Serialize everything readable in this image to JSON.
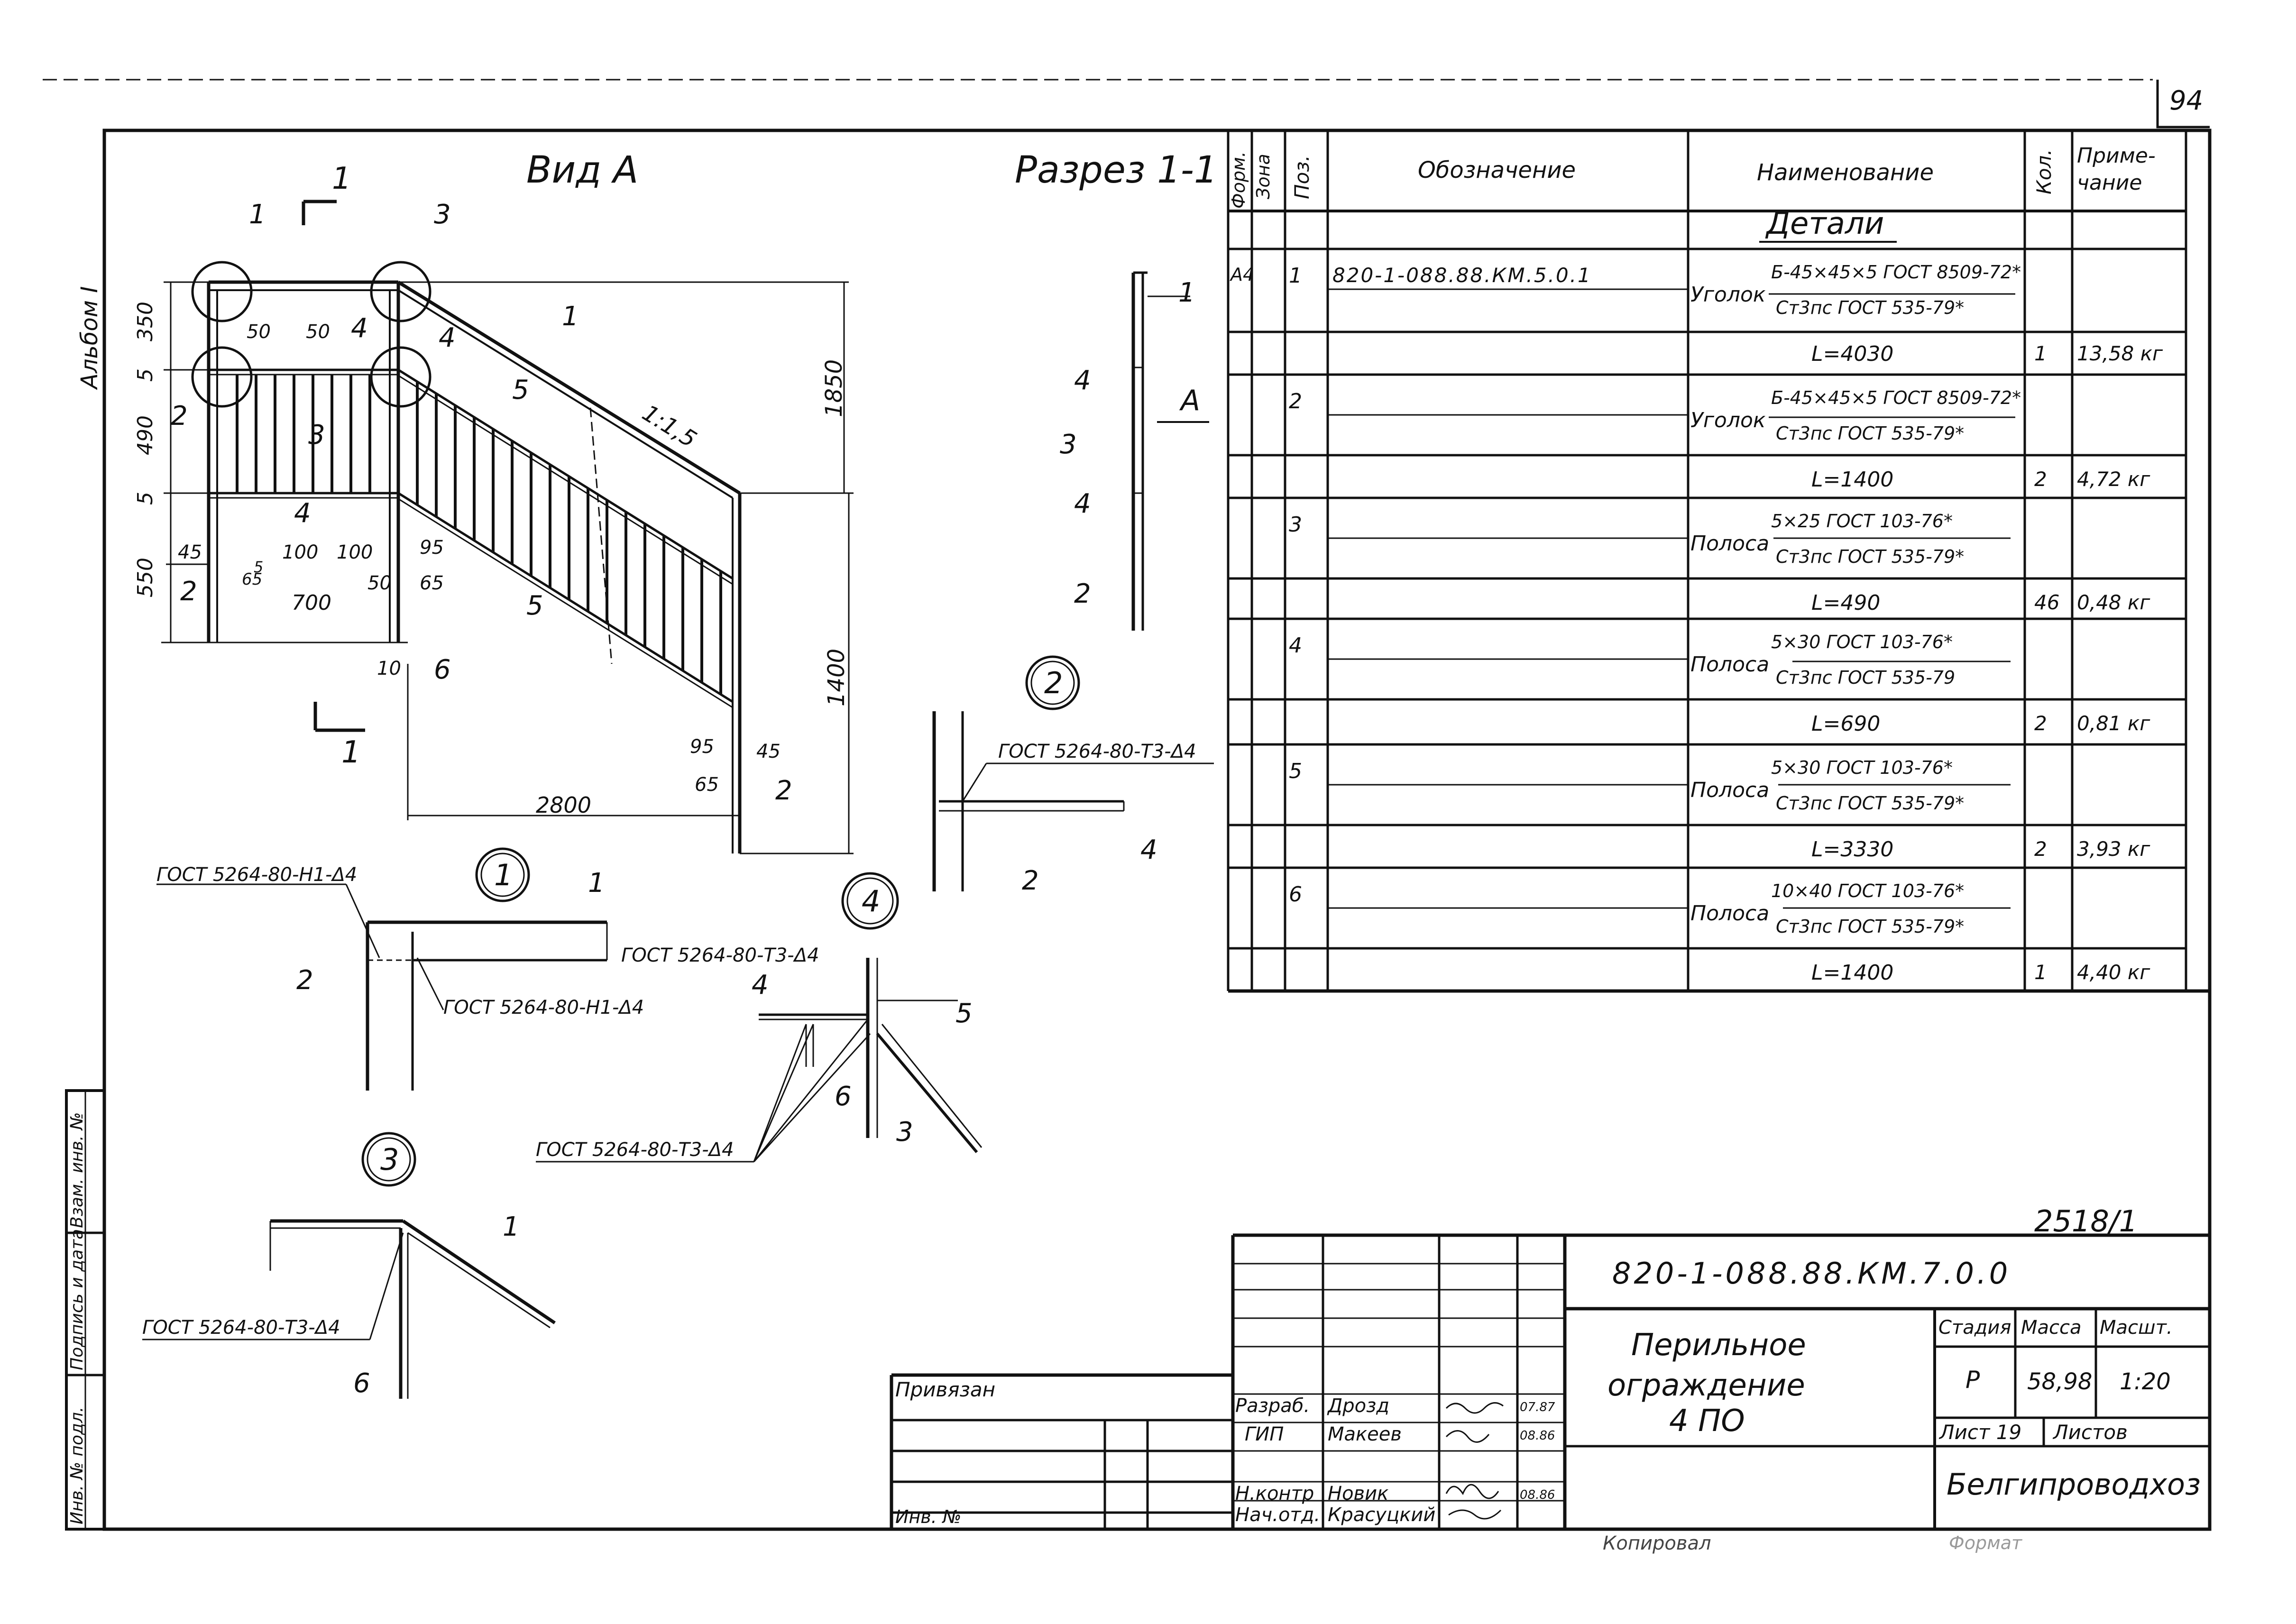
{
  "sheet": {
    "page_number": "94",
    "album_label": "Альбом I",
    "archive_number": "2518/1",
    "copied_label": "Копировал",
    "format_label": "Формат"
  },
  "views": {
    "view_a_title": "Вид А",
    "section_title": "Разрез 1-1",
    "section_mark": "1",
    "view_arrow_label": "А",
    "slope": "1:1,5"
  },
  "dims": {
    "d350": "350",
    "d5a": "5",
    "d490": "490",
    "d5b": "5",
    "d550": "550",
    "d1850": "1850",
    "d1400": "1400",
    "d2800": "2800",
    "d700": "700",
    "d50a": "50",
    "d50b": "50",
    "d50c": "50",
    "d45a": "45",
    "d45b": "45",
    "d100a": "100",
    "d100b": "100",
    "d95a": "95",
    "d95b": "95",
    "d65a": "65",
    "d65b": "65",
    "d65c": "65",
    "d5s": "5",
    "d10": "10"
  },
  "positions": {
    "p1": "1",
    "p2": "2",
    "p3": "3",
    "p4": "4",
    "p5": "5",
    "p6": "6"
  },
  "nodes": {
    "node1": "1",
    "node2": "2",
    "node3": "3",
    "node4": "4",
    "weld_h1_a": "ГОСТ 5264-80-Н1-Δ4",
    "weld_h1_b": "ГОСТ 5264-80-Н1-Δ4",
    "weld_t3_node2": "ГОСТ 5264-80-Т3-Δ4",
    "weld_t3_node4a": "ГОСТ 5264-80-Т3-Δ4",
    "weld_t3_node4b": "ГОСТ 5264-80-Т3-Δ4",
    "weld_t3_node3": "ГОСТ 5264-80-Т3-Δ4"
  },
  "spec": {
    "headers": {
      "form": "Форм.",
      "zone": "Зона",
      "pos": "Поз.",
      "designation": "Обозначение",
      "name": "Наименование",
      "qty": "Кол.",
      "note": "Приме-чание"
    },
    "section_title": "Детали",
    "rows": [
      {
        "form": "А4",
        "pos": "1",
        "designation": "820-1-088.88.КМ.5.0.1",
        "name_prefix": "Уголок",
        "name_top": "Б-45×45×5 ГОСТ 8509-72*",
        "name_bottom": "Ст3пс ГОСТ 535-79*",
        "length": "L=4030",
        "qty": "1",
        "mass": "13,58 кг"
      },
      {
        "form": "",
        "pos": "2",
        "designation": "",
        "name_prefix": "Уголок",
        "name_top": "Б-45×45×5 ГОСТ 8509-72*",
        "name_bottom": "Ст3пс ГОСТ 535-79*",
        "length": "L=1400",
        "qty": "2",
        "mass": "4,72 кг"
      },
      {
        "form": "",
        "pos": "3",
        "designation": "",
        "name_prefix": "Полоса",
        "name_top": "5×25 ГОСТ 103-76*",
        "name_bottom": "Ст3пс ГОСТ 535-79*",
        "length": "L=490",
        "qty": "46",
        "mass": "0,48 кг"
      },
      {
        "form": "",
        "pos": "4",
        "designation": "",
        "name_prefix": "Полоса",
        "name_top": "5×30 ГОСТ 103-76*",
        "name_bottom": "Ст3пс ГОСТ 535-79",
        "length": "L=690",
        "qty": "2",
        "mass": "0,81 кг"
      },
      {
        "form": "",
        "pos": "5",
        "designation": "",
        "name_prefix": "Полоса",
        "name_top": "5×30 ГОСТ 103-76*",
        "name_bottom": "Ст3пс ГОСТ 535-79*",
        "length": "L=3330",
        "qty": "2",
        "mass": "3,93 кг"
      },
      {
        "form": "",
        "pos": "6",
        "designation": "",
        "name_prefix": "Полоса",
        "name_top": "10×40 ГОСТ 103-76*",
        "name_bottom": "Ст3пс ГОСТ 535-79*",
        "length": "L=1400",
        "qty": "1",
        "mass": "4,40 кг"
      }
    ]
  },
  "stamp": {
    "doc_code": "820-1-088.88.КМ.7.0.0",
    "title_l1": "Перильное",
    "title_l2": "ограждение",
    "title_l3": "4 ПО",
    "stage_label": "Стадия",
    "mass_label": "Масса",
    "scale_label": "Масшт.",
    "stage": "Р",
    "mass": "58,98",
    "scale": "1:20",
    "sheet_label": "Лист 19",
    "sheets_label": "Листов",
    "org": "Белгипроводхоз",
    "bound_label": "Привязан",
    "inv_label": "Инв. №",
    "roles": [
      {
        "role": "Разраб.",
        "name": "Дрозд",
        "date": "07.87"
      },
      {
        "role": "ГИП",
        "name": "Макеев",
        "date": "08.86"
      },
      {
        "role": "Н.контр",
        "name": "Новик",
        "date": "08.86"
      },
      {
        "role": "Нач.отд.",
        "name": "Красуцкий",
        "date": ""
      }
    ]
  },
  "side_stamp": {
    "vzam": "Взам. инв. №",
    "sign_date": "Подпись и дата",
    "inv_podl": "Инв. № подл."
  }
}
